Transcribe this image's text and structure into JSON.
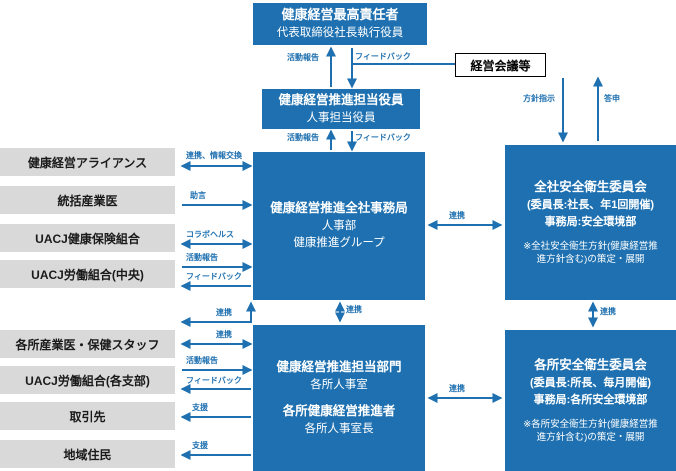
{
  "colors": {
    "blue": "#1e70b0",
    "gray": "#d9d9d9"
  },
  "nodes": {
    "top_officer": {
      "title": "健康経営最高責任者",
      "subtitle": "代表取締役社長執行役員"
    },
    "management_meeting": {
      "title": "経営会議等"
    },
    "promotion_officer": {
      "title": "健康経営推進担当役員",
      "subtitle": "人事担当役員"
    },
    "hq_office": {
      "title": "健康経営推進全社事務局",
      "line2": "人事部",
      "line3": "健康推進グループ"
    },
    "company_committee": {
      "title": "全社安全衛生委員会",
      "line2": "(委員長:社長、年1回開催)",
      "line3": "事務局:安全環境部",
      "note": "※全社安全衛生方針(健康経営推進方針含む)の策定・展開"
    },
    "promotion_dept": {
      "title": "健康経営推進担当部門",
      "line2": "各所人事室",
      "line3": "各所健康経営推進者",
      "line4": "各所人事室長"
    },
    "site_committee": {
      "title": "各所安全衛生委員会",
      "line2": "(委員長:所長、毎月開催)",
      "line3": "事務局:各所安全環境部",
      "note": "※各所安全衛生方針(健康経営推進方針含む)の策定・展開"
    },
    "stakeholders": [
      "健康経営アライアンス",
      "統括産業医",
      "UACJ健康保険組合",
      "UACJ労働組合(中央)",
      "各所産業医・保健スタッフ",
      "UACJ労働組合(各支部)",
      "取引先",
      "地域住民"
    ]
  },
  "edge_labels": {
    "activity_report": "活動報告",
    "feedback": "フィードバック",
    "policy_instruction": "方針指示",
    "report_back": "答申",
    "cooperation": "連携",
    "cooperation_info": "連携、情報交換",
    "advice": "助言",
    "collabo_health": "コラボヘルス",
    "support": "支援"
  }
}
